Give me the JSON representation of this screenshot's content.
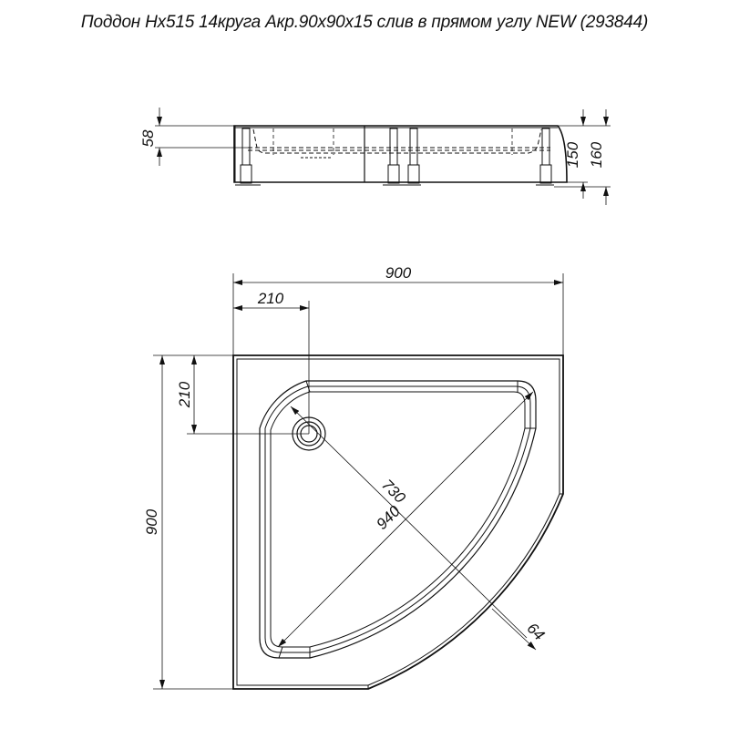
{
  "title": "Поддон Hx515 14круга Акр.90x90x15 слив в прямом углу NEW (293844)",
  "side_view": {
    "dimensions": {
      "depth_left": "58",
      "height_inner": "150",
      "height_total": "160"
    }
  },
  "plan_view": {
    "dimensions": {
      "width_top": "900",
      "drain_offset_x": "210",
      "drain_offset_y": "210",
      "height_left": "900",
      "diag_inner": "730",
      "diag_outer": "940",
      "rim_width": "64"
    }
  }
}
